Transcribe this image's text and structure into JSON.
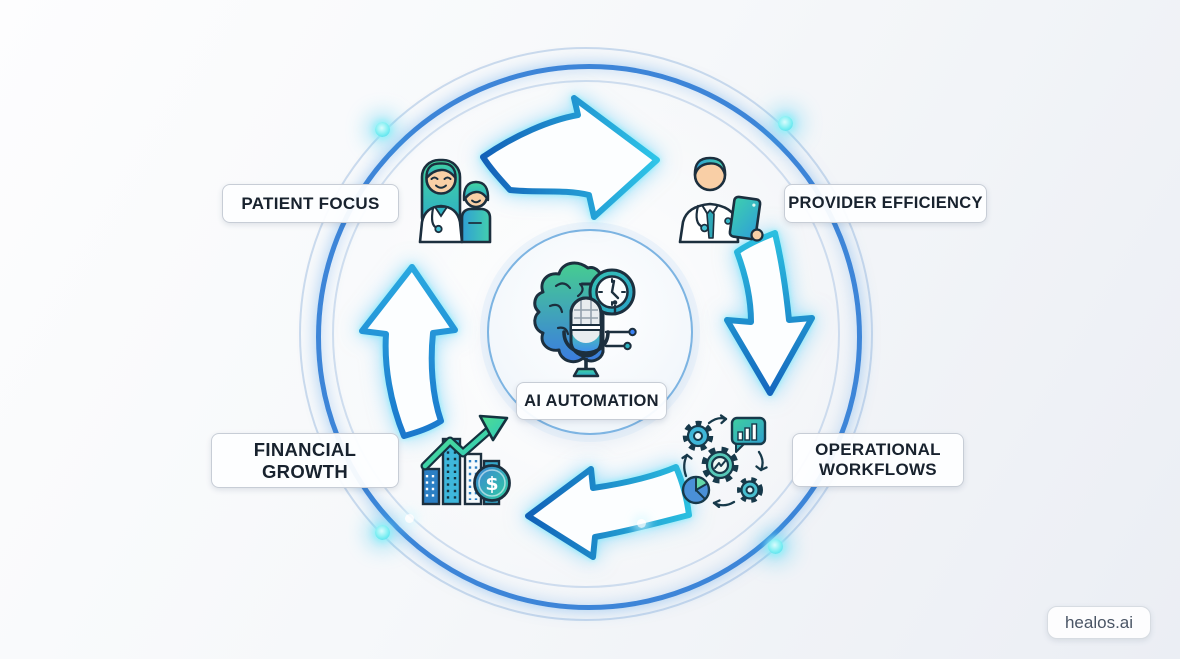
{
  "center": {
    "label": "AI AUTOMATION",
    "icon": "brain-mic-clock-icon"
  },
  "nodes": [
    {
      "id": "patient-focus",
      "label": "PATIENT FOCUS",
      "icon": "doctor-patient-icon",
      "position": "top-left"
    },
    {
      "id": "provider-efficiency",
      "label": "PROVIDER EFFICIENCY",
      "icon": "doctor-tablet-icon",
      "position": "top-right"
    },
    {
      "id": "operational-workflows",
      "label": "OPERATIONAL WORKFLOWS",
      "icon": "gears-workflow-icon",
      "position": "bottom-right"
    },
    {
      "id": "financial-growth",
      "label": "FINANCIAL GROWTH",
      "icon": "growth-chart-dollar-icon",
      "position": "bottom-left"
    }
  ],
  "cycle_arrows": [
    {
      "position": "top",
      "direction": "right"
    },
    {
      "position": "right",
      "direction": "down"
    },
    {
      "position": "bottom",
      "direction": "left"
    },
    {
      "position": "left",
      "direction": "up"
    }
  ],
  "brand": {
    "label": "healos.ai"
  },
  "icon_text": {
    "dollar_sign": "$"
  },
  "colors": {
    "ring_blue": "#3d85d8",
    "arrow_blue": "#1565c0",
    "arrow_cyan": "#2ec5e8",
    "glow_cyan": "#67e8f9",
    "teal": "#2bb3c0",
    "green": "#43d69e",
    "label_text": "#18222e",
    "brand_text": "#4a5565",
    "background": "#f3f6f9"
  }
}
